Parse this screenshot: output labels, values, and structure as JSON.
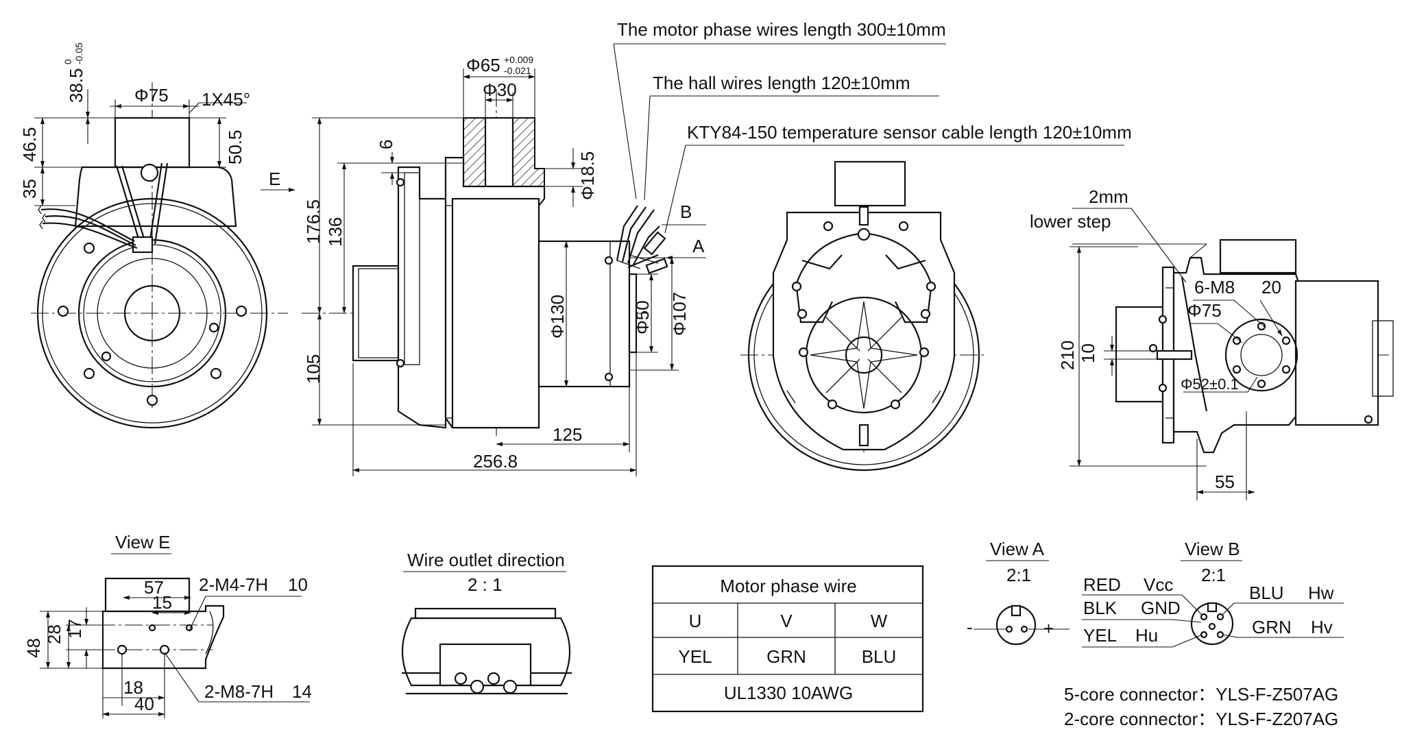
{
  "labels": {
    "motor_phase_length": "The motor phase wires length 300±10mm",
    "hall_length": "The hall wires length 120±10mm",
    "kty_length": "KTY84-150 temperature sensor cable length 120±10mm",
    "phi65": "Φ65",
    "phi65_tol_upper": "+0.009",
    "phi65_tol_lower": "-0.021",
    "phi30": "Φ30",
    "phi75_front": "Φ75",
    "chamfer": "1X45°",
    "d38_5": "38.5",
    "d38_5_tol_upper": "0",
    "d38_5_tol_lower": "-0.05",
    "d46_5": "46.5",
    "d50_5": "50.5",
    "d35": "35",
    "e_label": "E",
    "d6": "6",
    "d18_5": "Φ18.5",
    "d176_5": "176.5",
    "d136": "136",
    "d105": "105",
    "d130": "Φ130",
    "d50": "Φ50",
    "d107": "Φ107",
    "label_b": "B",
    "label_a": "A",
    "d125": "125",
    "d256_8": "256.8",
    "two_mm": "2mm",
    "lower_step": "lower step",
    "m8_6": "6-M8",
    "d20": "20",
    "phi75_side": "Φ75",
    "d10": "10",
    "d210": "210",
    "phi52": "Φ52±0.1",
    "d55": "55"
  },
  "view_e": {
    "title": "View E",
    "d57": "57",
    "d15": "15",
    "m4": "2-M4-7H",
    "d10": "10",
    "d48": "48",
    "d28": "28",
    "d17": "17",
    "d18": "18",
    "m8": "2-M8-7H",
    "d14": "14",
    "d40": "40"
  },
  "wire_outlet": {
    "title": "Wire outlet direction",
    "scale": "2 : 1"
  },
  "phase_table": {
    "title": "Motor phase wire",
    "headers": [
      "U",
      "V",
      "W"
    ],
    "colors": [
      "YEL",
      "GRN",
      "BLU"
    ],
    "footer": "UL1330 10AWG"
  },
  "view_a": {
    "title": "View A",
    "scale": "2:1",
    "minus": "-",
    "plus": "+"
  },
  "view_b": {
    "title": "View B",
    "scale": "2:1",
    "red": "RED",
    "vcc": "Vcc",
    "blk": "BLK",
    "gnd": "GND",
    "yel": "YEL",
    "hu": "Hu",
    "blu": "BLU",
    "hw": "Hw",
    "grn": "GRN",
    "hv": "Hv"
  },
  "connectors": {
    "five_core": "5-core connector：YLS-F-Z507AG",
    "two_core": "2-core connector：YLS-F-Z207AG"
  }
}
